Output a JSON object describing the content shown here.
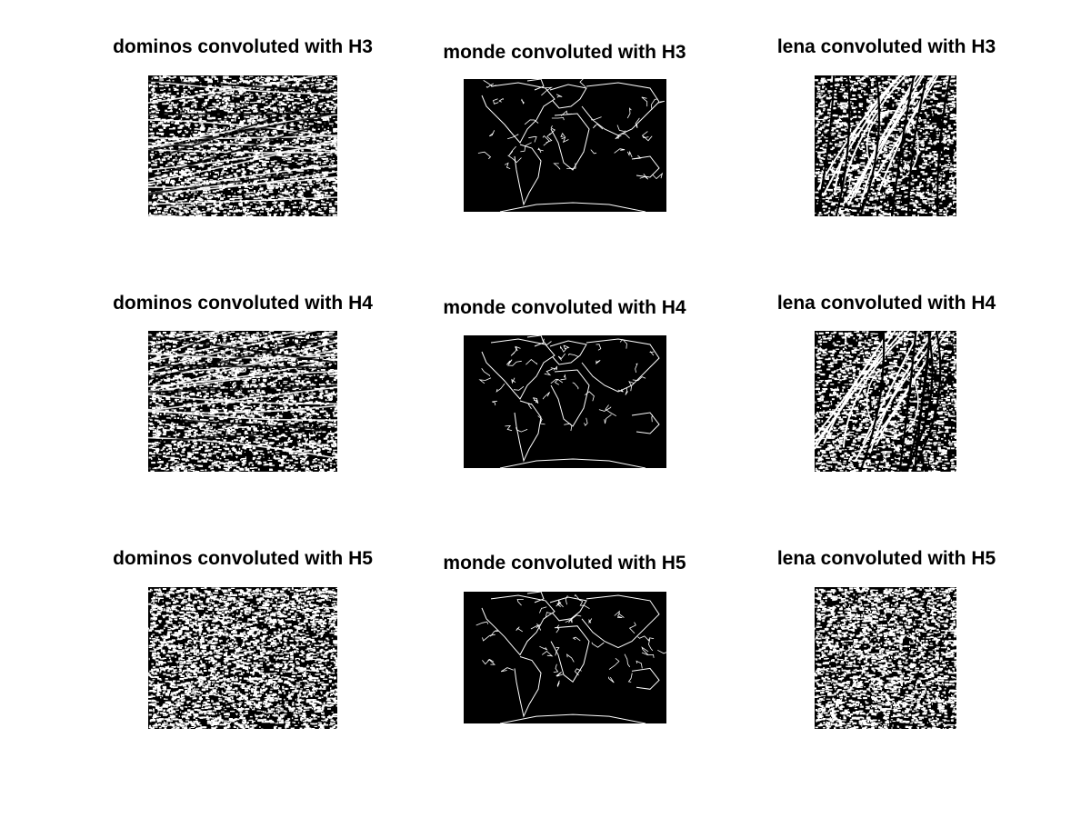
{
  "figure": {
    "rows": [
      {
        "filter": "H3",
        "panels": [
          {
            "image": "dominos",
            "title": "dominos convoluted with H3",
            "texture": "noise-streaks"
          },
          {
            "image": "monde",
            "title": "monde convoluted with H3",
            "texture": "world-map-edges"
          },
          {
            "image": "lena",
            "title": "lena convoluted with H3",
            "texture": "portrait-edges"
          }
        ]
      },
      {
        "filter": "H4",
        "panels": [
          {
            "image": "dominos",
            "title": "dominos convoluted with H4",
            "texture": "noise-streaks"
          },
          {
            "image": "monde",
            "title": "monde convoluted with H4",
            "texture": "world-map-edges"
          },
          {
            "image": "lena",
            "title": "lena convoluted with H4",
            "texture": "portrait-edges"
          }
        ]
      },
      {
        "filter": "H5",
        "panels": [
          {
            "image": "dominos",
            "title": "dominos convoluted with H5",
            "texture": "fine-noise"
          },
          {
            "image": "monde",
            "title": "monde convoluted with H5",
            "texture": "world-map-edges"
          },
          {
            "image": "lena",
            "title": "lena convoluted with H5",
            "texture": "fine-noise"
          }
        ]
      }
    ],
    "colors": {
      "background": "#ffffff",
      "foreground": "#000000"
    }
  }
}
